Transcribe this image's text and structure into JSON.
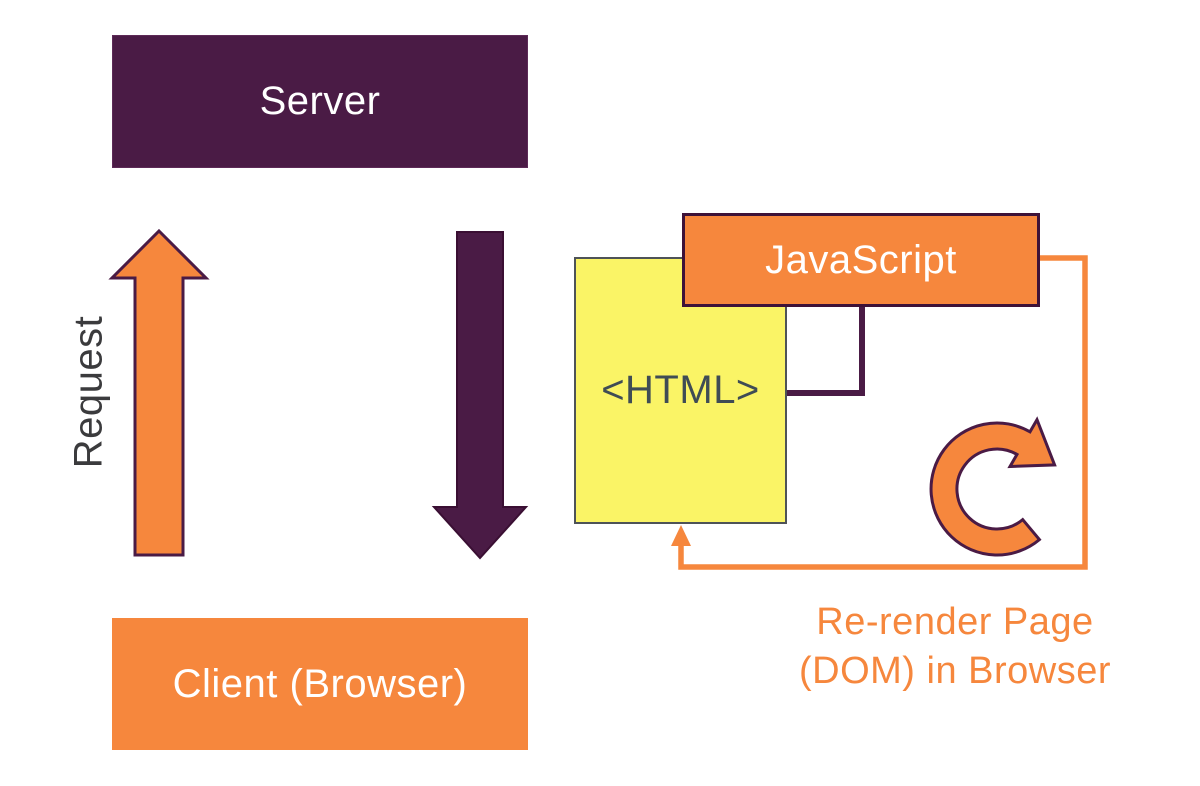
{
  "colors": {
    "background": "#FFFFFF",
    "orange": "#F6873D",
    "purple": "#4A1B45",
    "purple_dark": "#3A0F33",
    "yellow": "#FAF466",
    "yellow_border": "#4E5357",
    "request_text": "#3B3B3D",
    "html_text": "#3F4C55",
    "label_text": "#FFFFFF"
  },
  "nodes": {
    "server": {
      "label": "Server"
    },
    "client": {
      "label": "Client (Browser)"
    },
    "javascript": {
      "label": "JavaScript"
    },
    "html": {
      "label": "<HTML>"
    }
  },
  "labels": {
    "request": "Request",
    "rerender_line1": "Re-render Page",
    "rerender_line2": "(DOM) in Browser"
  },
  "icons": {
    "request_arrow": "up-arrow-icon",
    "response_arrow": "down-arrow-icon",
    "refresh": "refresh-clockwise-icon",
    "rerender_loop": "loop-arrow-icon"
  }
}
